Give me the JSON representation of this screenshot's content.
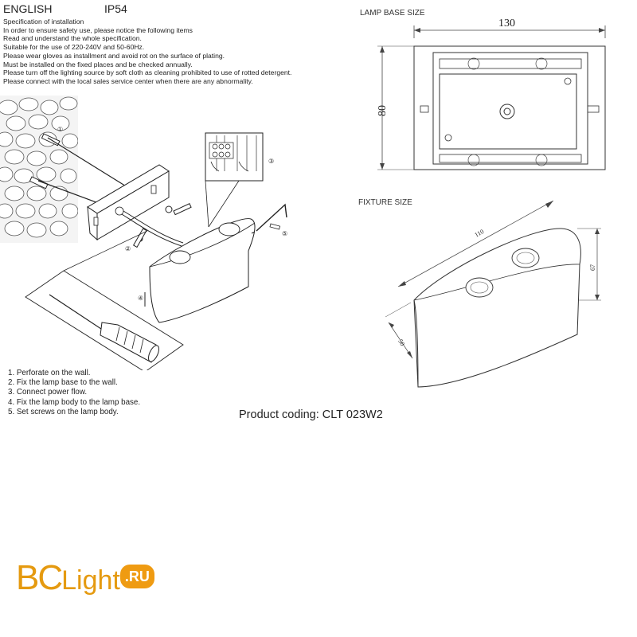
{
  "header": {
    "language": "ENGLISH",
    "rating": "IP54"
  },
  "spec": {
    "lines": [
      "Specification of installation",
      "In order to ensure safety use, please notice the following items",
      "Read and understand the whole specification.",
      "Suitable for the use of 220-240V and 50-60Hz.",
      "Please wear gloves as installment and avoid rot on the surface of plating.",
      "Must be installed on the fixed places and be checked annually.",
      "Please turn off the lighting source by soft cloth as cleaning prohibited to use of rotted detergent.",
      "Please connect with the local sales service center when there are any abnormality."
    ]
  },
  "base": {
    "label": "LAMP BASE SIZE",
    "width": "130",
    "height": "80"
  },
  "fixture": {
    "label": "FIXTURE SIZE",
    "length": "110",
    "height": "67",
    "depth": "50"
  },
  "callouts": [
    "①",
    "②",
    "③",
    "④",
    "⑤"
  ],
  "steps": [
    "1. Perforate on the wall.",
    "2. Fix the lamp base to the wall.",
    "3. Connect power flow.",
    "4. Fix the lamp body to the lamp base.",
    "5. Set screws on the lamp body."
  ],
  "coding": "Product coding: CLT 023W2",
  "logo": {
    "part1": "BC",
    "part2": "Light",
    "part3": ".RU"
  }
}
